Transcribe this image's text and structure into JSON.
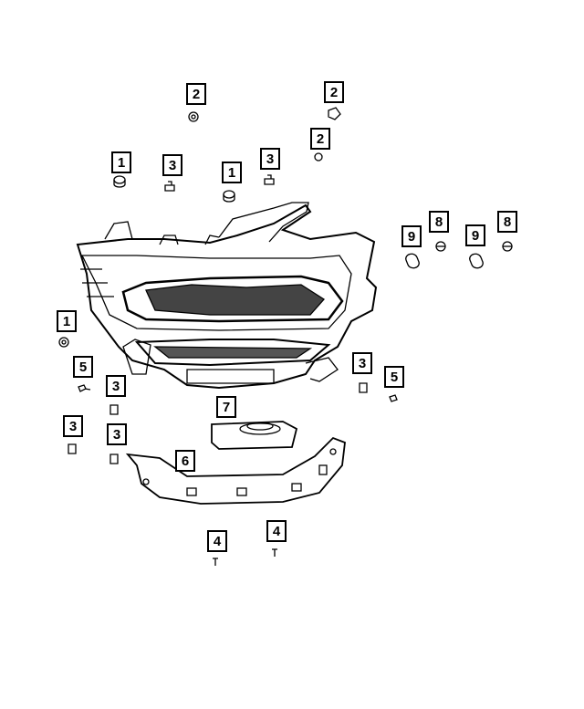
{
  "diagram": {
    "callouts": [
      {
        "label": "2",
        "part": "fastener"
      },
      {
        "label": "2",
        "part": "fastener"
      },
      {
        "label": "2",
        "part": "fastener"
      },
      {
        "label": "1",
        "part": "grommet"
      },
      {
        "label": "3",
        "part": "clip"
      },
      {
        "label": "1",
        "part": "grommet"
      },
      {
        "label": "3",
        "part": "clip"
      },
      {
        "label": "9",
        "part": "bulb"
      },
      {
        "label": "8",
        "part": "bulb-socket"
      },
      {
        "label": "9",
        "part": "bulb"
      },
      {
        "label": "8",
        "part": "bulb-socket"
      },
      {
        "label": "1",
        "part": "grommet"
      },
      {
        "label": "5",
        "part": "screw"
      },
      {
        "label": "3",
        "part": "clip"
      },
      {
        "label": "3",
        "part": "clip"
      },
      {
        "label": "5",
        "part": "screw"
      },
      {
        "label": "7",
        "part": "module"
      },
      {
        "label": "3",
        "part": "clip"
      },
      {
        "label": "3",
        "part": "clip"
      },
      {
        "label": "6",
        "part": "bracket"
      },
      {
        "label": "4",
        "part": "screw"
      },
      {
        "label": "4",
        "part": "screw"
      }
    ]
  },
  "colors": {
    "line": "#000000",
    "background": "#ffffff"
  }
}
